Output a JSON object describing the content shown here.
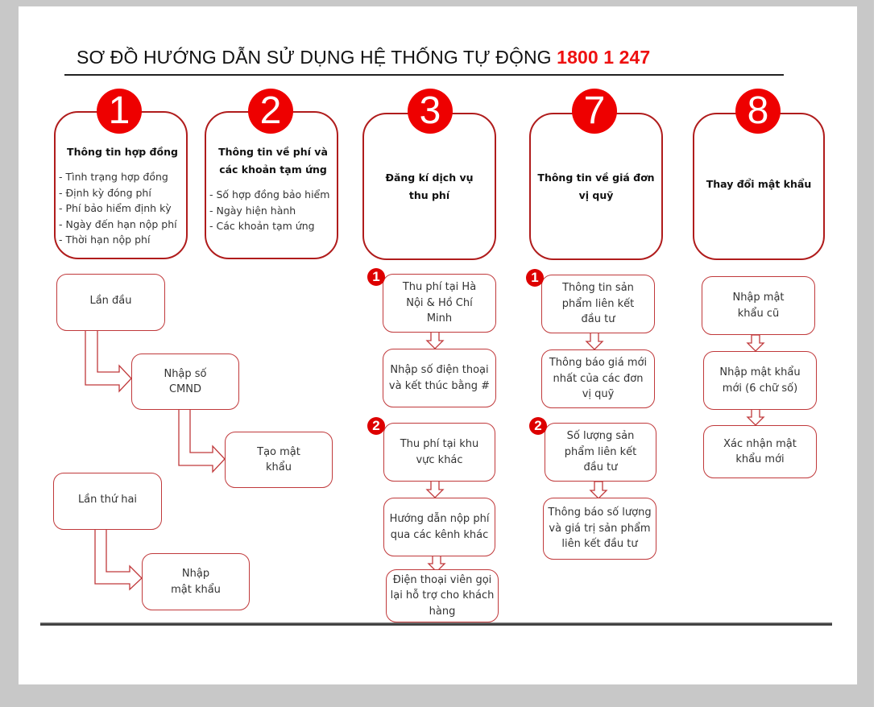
{
  "title": {
    "text": "SƠ ĐỒ HƯỚNG DẪN SỬ DỤNG HỆ THỐNG TỰ ĐỘNG",
    "phone": "1800 1 247"
  },
  "colors": {
    "accent_red": "#ee0000",
    "border_red": "#b01c1c",
    "page_bg": "#ffffff",
    "outer_bg": "#c8c8c8"
  },
  "categories": [
    {
      "number": "1",
      "title": "Thông tin hợp đồng",
      "items": [
        "- Tình trạng hợp đồng",
        "- Định kỳ đóng phí",
        "- Phí bảo hiểm định kỳ",
        "- Ngày đến hạn nộp phí",
        "- Thời hạn nộp phí"
      ]
    },
    {
      "number": "2",
      "title": "Thông tin về phí và các khoản tạm ứng",
      "items": [
        "- Số hợp đồng bảo hiểm",
        "- Ngày hiện hành",
        "- Các khoản tạm ứng"
      ]
    },
    {
      "number": "3",
      "title": "Đăng kí dịch vụ thu phí"
    },
    {
      "number": "7",
      "title": "Thông tin về  giá đơn vị quỹ"
    },
    {
      "number": "8",
      "title": "Thay đổi mật khẩu"
    }
  ],
  "flow1": {
    "first_time": {
      "start": "Lần đầu",
      "step1": "Nhập số CMND",
      "step2": "Tạo mật khẩu"
    },
    "second_time": {
      "start": "Lần thứ hai",
      "step1": "Nhập mật khẩu"
    }
  },
  "flow3": {
    "option1": {
      "badge": "1",
      "steps": [
        "Thu phí tại Hà Nội & Hồ Chí Minh",
        "Nhập số điện thoại và kết thúc bằng #"
      ]
    },
    "option2": {
      "badge": "2",
      "steps": [
        "Thu phí tại khu vực khác",
        "Hướng dẫn nộp phí qua các kênh khác",
        "Điện thoại viên gọi lại hỗ trợ cho khách hàng"
      ]
    }
  },
  "flow7": {
    "option1": {
      "badge": "1",
      "steps": [
        "Thông tin sản phẩm liên kết đầu tư",
        "Thông báo giá mới nhất của các đơn vị quỹ"
      ]
    },
    "option2": {
      "badge": "2",
      "steps": [
        "Số lượng sản phẩm liên kết đầu tư",
        "Thông báo số lượng và giá trị sản phẩm liên kết đầu tư"
      ]
    }
  },
  "flow8": {
    "steps": [
      "Nhập mật khẩu cũ",
      "Nhập mật khẩu mới (6 chữ số)",
      "Xác nhận mật khẩu mới"
    ]
  }
}
